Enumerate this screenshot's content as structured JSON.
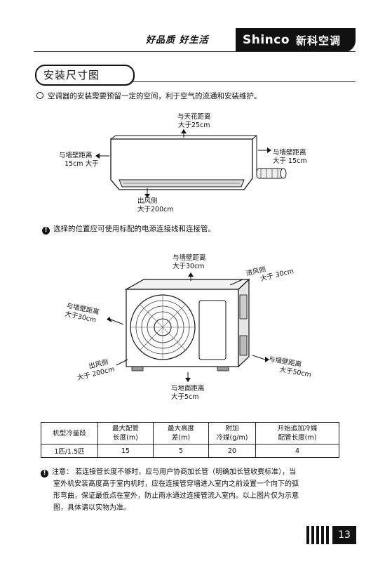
{
  "header": {
    "slogan": "好品质 好生活",
    "brand": "Shinco",
    "brand_cn": "新科空调"
  },
  "section_title": "安装尺寸图",
  "intro": "空调器的安装需要预留一定的空间，利于空气的流通和安装维护。",
  "indoor": {
    "top_label_1": "与天花距离",
    "top_label_2": "大于25cm",
    "left_label_1": "与墙壁距离",
    "left_label_2": "15cm  大于",
    "right_label_1": "与墙壁距离",
    "right_label_2": "大于 15cm",
    "bottom_label_1": "出风侧",
    "bottom_label_2": "大于200cm"
  },
  "warning_1": "选择的位置应可使用标配的电源连接线和连接管。",
  "outdoor": {
    "top_label_1": "与墙壁距离",
    "top_label_2": "大于30cm",
    "inlet_label_1": "进风侧",
    "inlet_label_2": "大于 30cm",
    "left_label_1": "与墙壁距离",
    "left_label_2": "大于30cm",
    "outlet_label_1": "出风侧",
    "outlet_label_2": "大于 200cm",
    "right_label_1": "与墙壁距离",
    "right_label_2": "大于50cm",
    "bottom_label_1": "与地面距离",
    "bottom_label_2": "大于5cm"
  },
  "table": {
    "headers": [
      "机型冷量段",
      "最大配管",
      "长度(m)",
      "最大高度",
      "差(m)",
      "附加",
      "冷媒(g/m)",
      "开始追加冷媒",
      "配管长度(m)"
    ],
    "row": [
      "1匹/1.5匹",
      "15",
      "5",
      "20",
      "4"
    ]
  },
  "note": {
    "line1": "注意：  若连接管长度不够时，应与用户协商加长管（明确加长管收费标准），当",
    "line2": "室外机安装高度高于室内机时，应在连接管穿墙进入室内之前设置一个向下的弧",
    "line3": "形弯曲，保证最低点在室外，防止雨水通过连接管流入室内。以上图片仅为示意",
    "line4": "图，具体请以实物为准。"
  },
  "page_number": "13"
}
